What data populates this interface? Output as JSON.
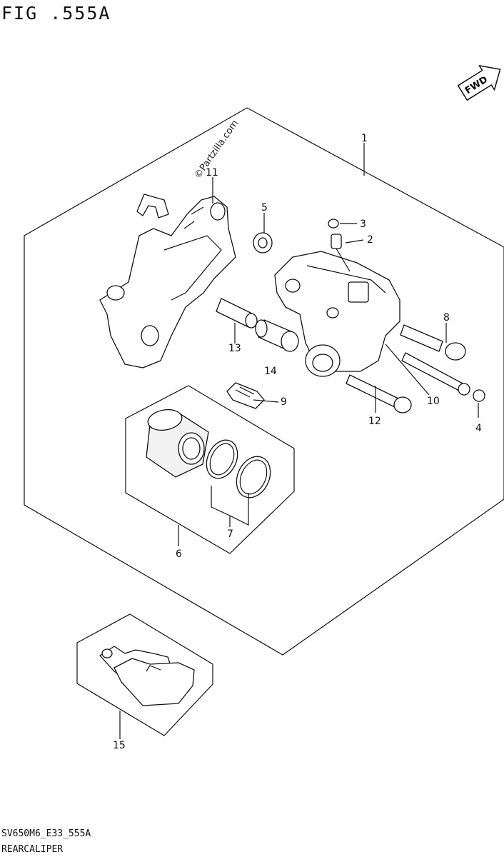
{
  "figure_title": "FIG .555A",
  "watermark": "©Partzilla.com",
  "fwd_label": "FWD",
  "footer_code": "SV650M6_E33_555A",
  "footer_name": "REARCALIPER",
  "callouts": {
    "c1": "1",
    "c2": "2",
    "c3": "3",
    "c4": "4",
    "c5": "5",
    "c6": "6",
    "c7": "7",
    "c8": "8",
    "c9": "9",
    "c10": "10",
    "c11": "11",
    "c12": "12",
    "c13": "13",
    "c14": "14",
    "c15": "15"
  }
}
